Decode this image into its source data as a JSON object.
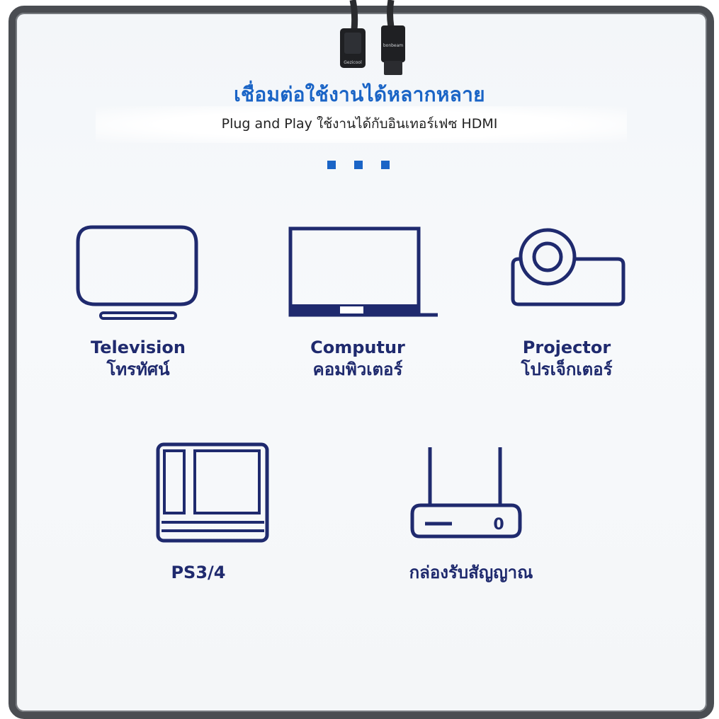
{
  "header": {
    "title": "เชื่อมต่อใช้งานได้หลากหลาย",
    "subtitle": "Plug and Play ใช้งานได้กับอินเทอร์เฟซ HDMI"
  },
  "connectors": {
    "left_text": "Gezicool",
    "right_text": "bonbeam"
  },
  "devices": [
    {
      "name_en": "Television",
      "name_th": "โทรทัศน์",
      "icon": "television-icon"
    },
    {
      "name_en": "Computur",
      "name_th": "คอมพิวเตอร์",
      "icon": "laptop-icon"
    },
    {
      "name_en": "Projector",
      "name_th": "โปรเจ็กเตอร์",
      "icon": "projector-icon"
    },
    {
      "name_en": "PS3/4",
      "icon": "game-console-icon"
    },
    {
      "name_th": "กล่องรับสัญญาณ",
      "icon": "set-top-box-icon",
      "box_label": "0"
    }
  ],
  "colors": {
    "accent": "#1a64c6",
    "icon_stroke": "#1f2a6e",
    "frame": "#4a4d52"
  }
}
